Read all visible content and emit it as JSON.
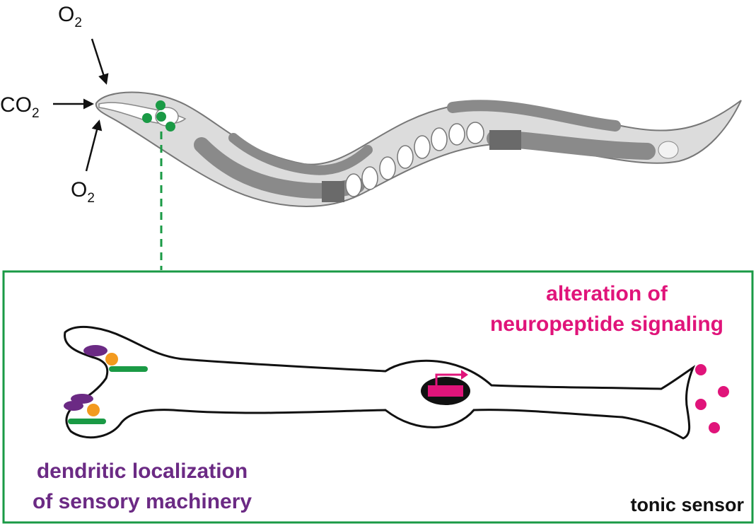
{
  "labels": {
    "o2_top": "O",
    "o2_top_sub": "2",
    "co2": "CO",
    "co2_sub": "2",
    "o2_bottom": "O",
    "o2_bottom_sub": "2",
    "neuropeptide_line1": "alteration of",
    "neuropeptide_line2": "neuropeptide signaling",
    "dendritic_line1": "dendritic localization",
    "dendritic_line2": "of sensory machinery",
    "sensor_type": "tonic sensor"
  },
  "colors": {
    "worm_outline": "#777777",
    "worm_body": "#d9d9d9",
    "worm_gut": "#8a8a8a",
    "worm_gut_dark": "#6a6a6a",
    "sensory_neurons": "#1a9a45",
    "inset_border": "#1a9a45",
    "neuropeptide": "#e0147a",
    "dendritic": "#6b2a84",
    "receptor_green": "#1a9a45",
    "receptor_orange": "#f39a1e",
    "neuron_outline": "#111111"
  }
}
